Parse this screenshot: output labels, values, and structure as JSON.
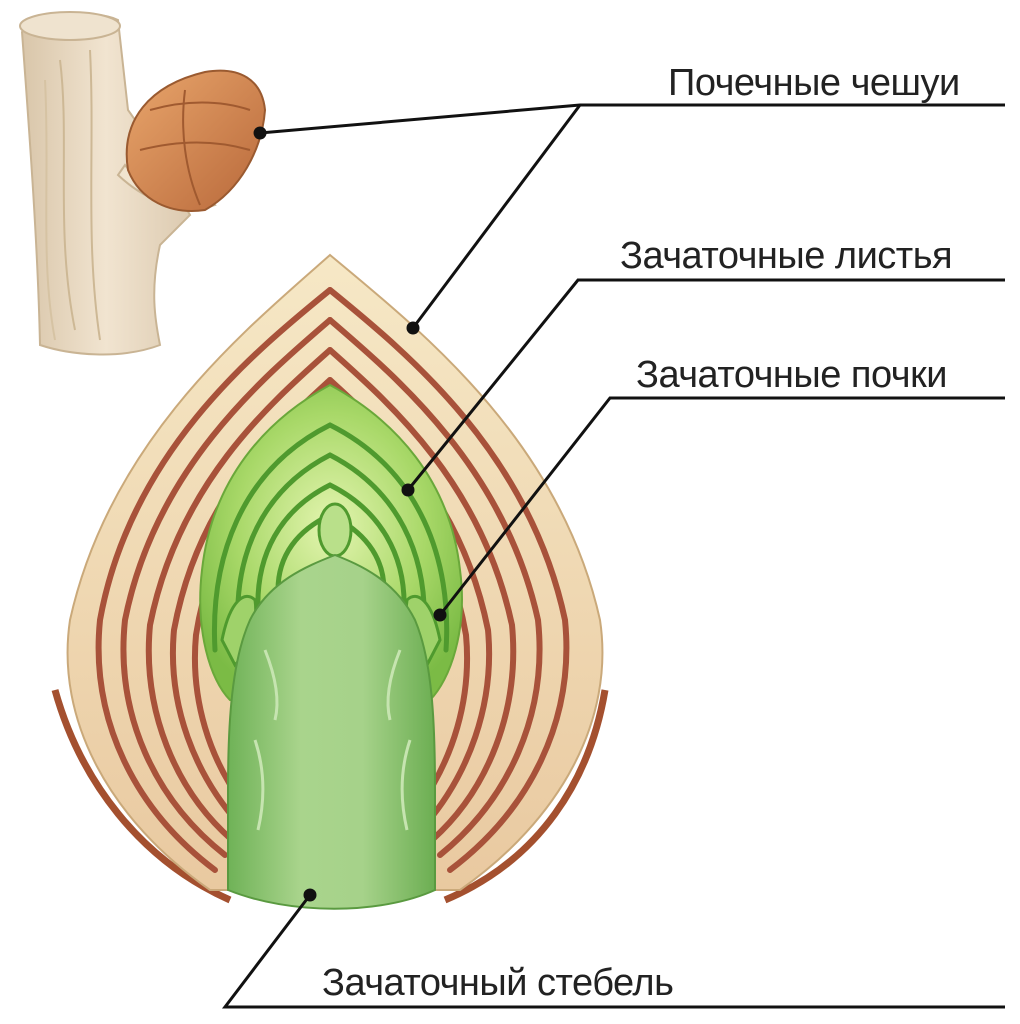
{
  "labels": {
    "bud_scales": "Почечные чешуи",
    "embryonic_leaves": "Зачаточные листья",
    "embryonic_buds": "Зачаточные почки",
    "embryonic_stem": "Зачаточный стебель"
  },
  "colors": {
    "background": "#ffffff",
    "leader_line": "#111111",
    "scale_outer": "#f2dfb8",
    "scale_stripe": "#a8523a",
    "leaf_green": "#8fc84f",
    "leaf_line": "#4f9a2e",
    "stem_green": "#8cc46c",
    "branch_wood": "#e6d5bd",
    "bud_scale_brown": "#d9894c"
  }
}
